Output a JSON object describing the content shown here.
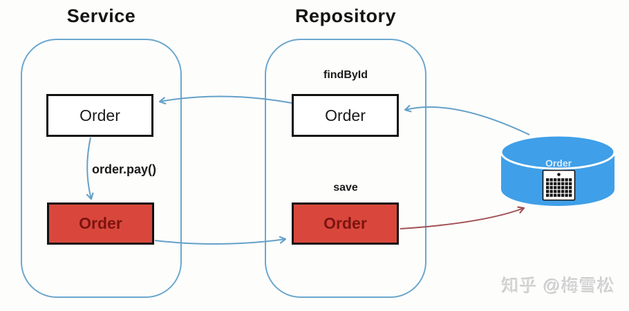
{
  "service": {
    "title": "Service",
    "order_box": "Order",
    "order_modified_box": "Order",
    "method_call_label": "order.pay()"
  },
  "repository": {
    "title": "Repository",
    "find_by_id_label": "findById",
    "save_label": "save",
    "order_box": "Order",
    "order_modified_box": "Order"
  },
  "database": {
    "label": "Order",
    "icon": "table-grid-icon"
  },
  "watermark": "知乎 @梅雪松",
  "colors": {
    "container_border": "#6ba7cd",
    "arrow_blue": "#64a0c8",
    "arrow_red": "#a14f52",
    "entity_modified_fill": "#d9473c",
    "entity_modified_text": "#7c1410",
    "database_fill": "#3f9fe8",
    "database_label_text": "#d8ecfd"
  }
}
